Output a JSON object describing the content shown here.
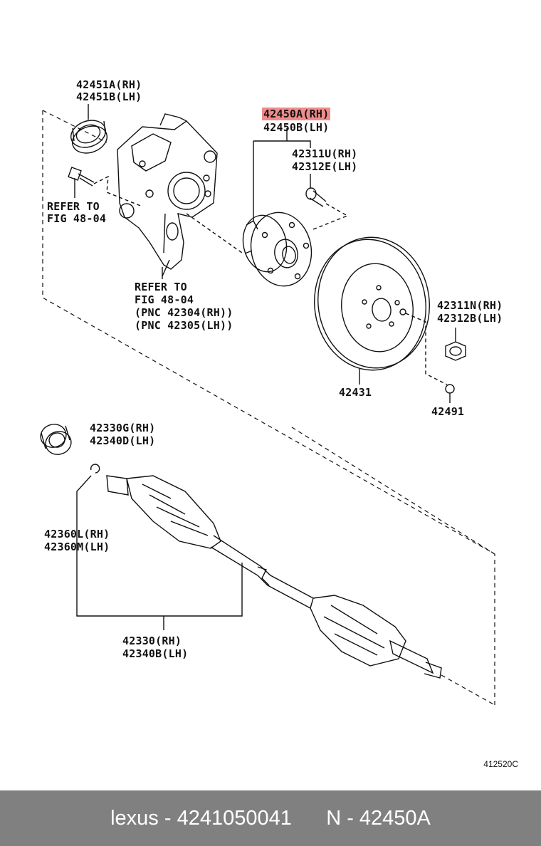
{
  "labels": {
    "seal_rh": "42451A(RH)",
    "seal_lh": "42451B(LH)",
    "refer_to_1": "REFER TO",
    "fig_1": "FIG 48-04",
    "hub_rh": "42450A(RH)",
    "hub_lh": "42450B(LH)",
    "bolt_rh": "42311U(RH)",
    "bolt_lh": "42312E(LH)",
    "refer_to_2": "REFER TO",
    "fig_2": "FIG 48-04",
    "pnc_rh": "(PNC 42304(RH))",
    "pnc_lh": "(PNC 42305(LH))",
    "nut_rh": "42311N(RH)",
    "nut_lh": "42312B(LH)",
    "disc": "42431",
    "cap": "42491",
    "oil_seal_rh": "42330G(RH)",
    "oil_seal_lh": "42340D(LH)",
    "snap_rh": "42360L(RH)",
    "snap_lh": "42360M(LH)",
    "shaft_rh": "42330(RH)",
    "shaft_lh": "42340B(LH)"
  },
  "figure_code": "412520C",
  "footer": {
    "brand": "lexus",
    "part_number": "4241050041",
    "ref": "N - 42450A",
    "separator": " - "
  },
  "colors": {
    "highlight": "#f08b8b",
    "footer_bg": "#808080",
    "line": "#111111"
  }
}
